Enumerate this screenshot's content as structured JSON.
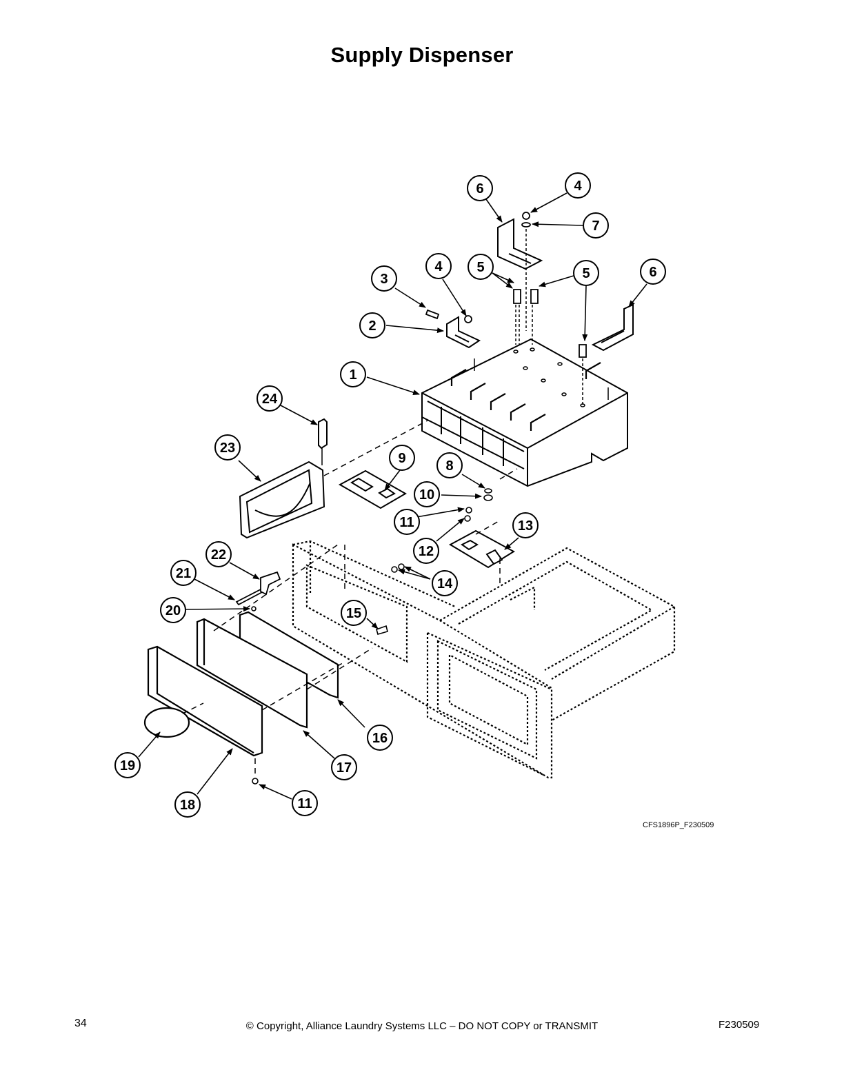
{
  "page": {
    "title": "Supply Dispenser",
    "figure_code": "CFS1896P_F230509",
    "page_number": "34",
    "copyright": "© Copyright, Alliance Laundry Systems LLC – DO NOT COPY or TRANSMIT",
    "document_code": "F230509"
  },
  "callouts": [
    "6",
    "4",
    "7",
    "4",
    "5",
    "5",
    "6",
    "3",
    "2",
    "1",
    "24",
    "23",
    "9",
    "8",
    "10",
    "11",
    "12",
    "13",
    "22",
    "21",
    "20",
    "14",
    "15",
    "16",
    "17",
    "19",
    "18",
    "11"
  ]
}
